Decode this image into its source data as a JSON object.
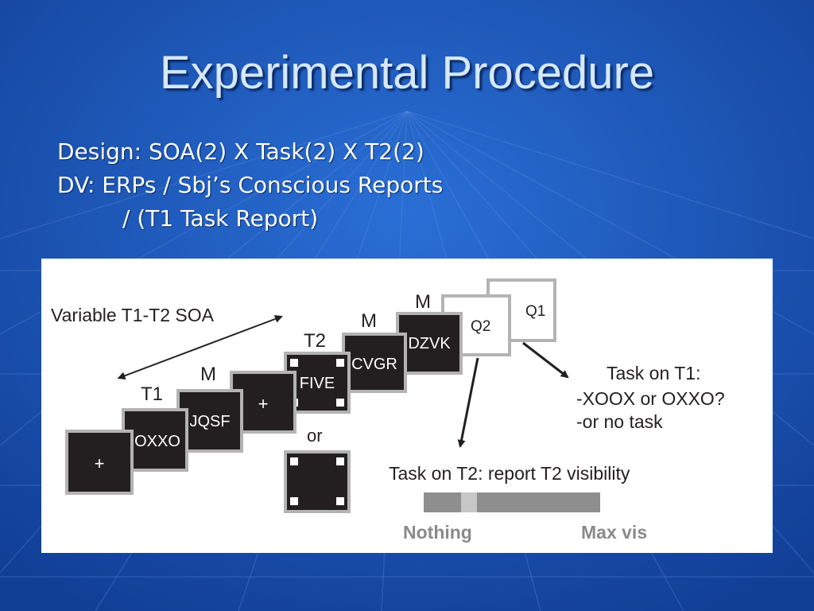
{
  "slide": {
    "title": "Experimental Procedure",
    "lines": [
      "Design: SOA(2) X Task(2) X T2(2)",
      "DV: ERPs / Sbj’s Conscious Reports",
      "/ (T1 Task Report)"
    ]
  },
  "figure": {
    "soa_label": "Variable T1-T2 SOA",
    "frames": {
      "fixation1": "+",
      "t1_label": "T1",
      "t1_text": "OXXO",
      "m1_label": "M",
      "m1_text": "JQSF",
      "fixation2": "+",
      "t2_label": "T2",
      "t2_text": "FIVE",
      "or_label": "or",
      "m2_label": "M",
      "m2_text": "CVGR",
      "m3_label": "M",
      "m3_text": "DZVK",
      "q2_text": "Q2",
      "q1_text": "Q1"
    },
    "task_t1": {
      "title": "Task on T1:",
      "option1": "-XOOX or OXXO?",
      "option2": "-or no task"
    },
    "task_t2": {
      "title": "Task on T2: report T2 visibility",
      "scale_min": "Nothing",
      "scale_max": "Max vis"
    },
    "colors": {
      "frame_fill": "#231f20",
      "frame_border": "#b3b3b3",
      "scale_bar": "#8e8e8e",
      "scale_highlight": "#c7c7c7",
      "scale_text": "#8a8a8a"
    }
  }
}
